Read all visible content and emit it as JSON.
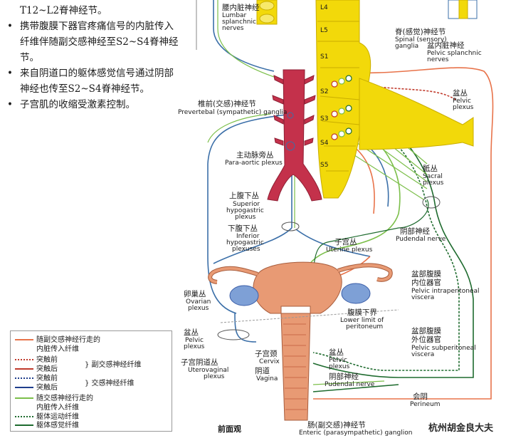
{
  "bullets": [
    {
      "text": "T12~L2脊神经节。",
      "marker": ""
    },
    {
      "text": "携带腹膜下器官疼痛信号的内脏传入纤维伴随副交感神经至S2~S4脊神经节。",
      "marker": "•"
    },
    {
      "text": "来自阴道口的躯体感觉信号通过阴部神经也传至S2~S4脊神经节。",
      "marker": "•"
    },
    {
      "text": "子宫肌的收缩受激素控制。",
      "marker": "•"
    }
  ],
  "spine_levels": [
    "L4",
    "L5",
    "S1",
    "S2",
    "S3",
    "S4",
    "S5"
  ],
  "labels": {
    "lumbar_cn": "腰内脏神经",
    "lumbar_en1": "Lumbar",
    "lumbar_en2": "splanchnic",
    "lumbar_en3": "nerves",
    "spinal_cn": "脊(感觉)神经节",
    "spinal_en1": "Spinal (sensory)",
    "spinal_en2": "ganglia",
    "pelvic_spl_cn": "盆内脏神经",
    "pelvic_spl_en1": "Pelvic splanchnic",
    "pelvic_spl_en2": "nerves",
    "pelvic_plexus_r_cn": "盆丛",
    "pelvic_plexus_r_en1": "Pelvic",
    "pelvic_plexus_r_en2": "plexus",
    "prevert_cn": "椎前(交感)神经节",
    "prevert_en": "Prevertebal (sympathetic) ganglia",
    "paraaortic_cn": "主动脉旁丛",
    "paraaortic_en": "Para-aortic plexus",
    "sacral_cn": "骶丛",
    "sacral_en1": "Sacral",
    "sacral_en2": "plexus",
    "sup_hyp_cn": "上腹下丛",
    "sup_hyp_en1": "Superior",
    "sup_hyp_en2": "hypogastric",
    "sup_hyp_en3": "plexus",
    "inf_hyp_cn": "下腹下丛",
    "inf_hyp_en1": "Inferior",
    "inf_hyp_en2": "hypogastric",
    "inf_hyp_en3": "plexuses",
    "pudendal_r_cn": "阴部神经",
    "pudendal_r_en": "Pudendal nerve",
    "uterine_cn": "子宫丛",
    "uterine_en": "Uterine plexus",
    "intraper_cn1": "盆部腹膜",
    "intraper_cn2": "内位器官",
    "intraper_en1": "Pelvic intraperitoneal",
    "intraper_en2": "viscera",
    "ovarian_cn": "卵巢丛",
    "ovarian_en1": "Ovarian",
    "ovarian_en2": "plexus",
    "lower_limit_cn": "腹膜下界",
    "lower_limit_en1": "Lower limit of",
    "lower_limit_en2": "peritoneum",
    "pelvic_plexus_l_cn": "盆丛",
    "pelvic_plexus_l_en1": "Pelvic",
    "pelvic_plexus_l_en2": "plexus",
    "subper_cn1": "盆部腹膜",
    "subper_cn2": "外位器官",
    "subper_en1": "Pelvic subperitoneal",
    "subper_en2": "viscera",
    "cervix_cn": "子宫颈",
    "cervix_en": "Cervix",
    "pelvic_plexus_c_cn": "盆丛",
    "pelvic_plexus_c_en1": "Pelvic",
    "pelvic_plexus_c_en2": "plexus",
    "uterovag_cn": "子宫阴道丛",
    "uterovag_en1": "Uterovaginal",
    "uterovag_en2": "plexus",
    "vagina_cn": "阴道",
    "vagina_en": "Vagina",
    "pudendal_c_cn": "阴部神经",
    "pudendal_c_en": "Pudendal nerve",
    "perineum_cn": "会阴",
    "perineum_en": "Perineum",
    "enteric_cn": "肠(副交感)神经节",
    "enteric_en": "Enteric (parasympathetic) ganglion",
    "view": "前面观"
  },
  "legend": {
    "items": [
      {
        "text": "随副交感神经行走的",
        "text2": "内脏传入纤维",
        "color": "#e8734a",
        "style": "solid"
      },
      {
        "text": "突触前",
        "color": "#c0392b",
        "style": "dotted"
      },
      {
        "text": "突触后",
        "color": "#c0392b",
        "style": "solid"
      },
      {
        "text": "突触前",
        "color": "#1f3e8c",
        "style": "dotted"
      },
      {
        "text": "突触后",
        "color": "#1f3e8c",
        "style": "solid"
      },
      {
        "text": "随交感神经行走的",
        "text2": "内脏传入纤维",
        "color": "#7cbf4a",
        "style": "solid"
      },
      {
        "text": "躯体运动纤维",
        "color": "#1e6b2e",
        "style": "dotted"
      },
      {
        "text": "躯体感觉纤维",
        "color": "#1e6b2e",
        "style": "solid"
      }
    ],
    "group_para": "副交感神经纤维",
    "group_symp": "交感神经纤维"
  },
  "watermark": "杭州胡金良大夫",
  "colors": {
    "spine": "#f2d90a",
    "aorta": "#c4314b",
    "uterus": "#e89a74",
    "para_afferent": "#e8734a",
    "symp_afferent": "#7cbf4a",
    "symp": "#3b6fa8",
    "somatic": "#1e6b2e"
  }
}
